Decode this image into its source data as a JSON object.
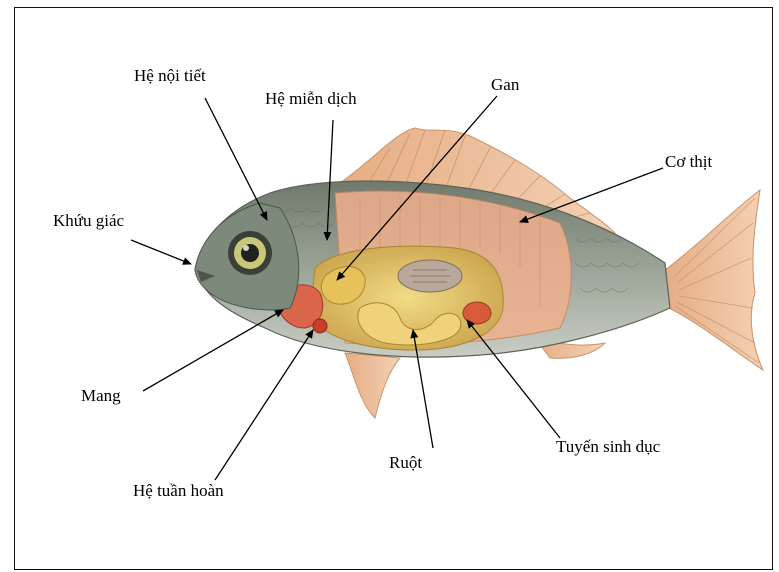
{
  "labels": {
    "endocrine": "Hệ nội tiết",
    "immune": "Hệ miễn dịch",
    "liver": "Gan",
    "muscle": "Cơ thịt",
    "smell": "Khứu giác",
    "gills": "Mang",
    "circulatory": "Hệ tuần hoàn",
    "intestine": "Ruột",
    "gonad": "Tuyến sinh dục"
  },
  "colors": {
    "body": "#8f9a8c",
    "fin": "#e9b48f",
    "muscle": "#efb08c",
    "organ": "#e8c760",
    "gill": "#d9654a",
    "eye": "#c9c878"
  }
}
